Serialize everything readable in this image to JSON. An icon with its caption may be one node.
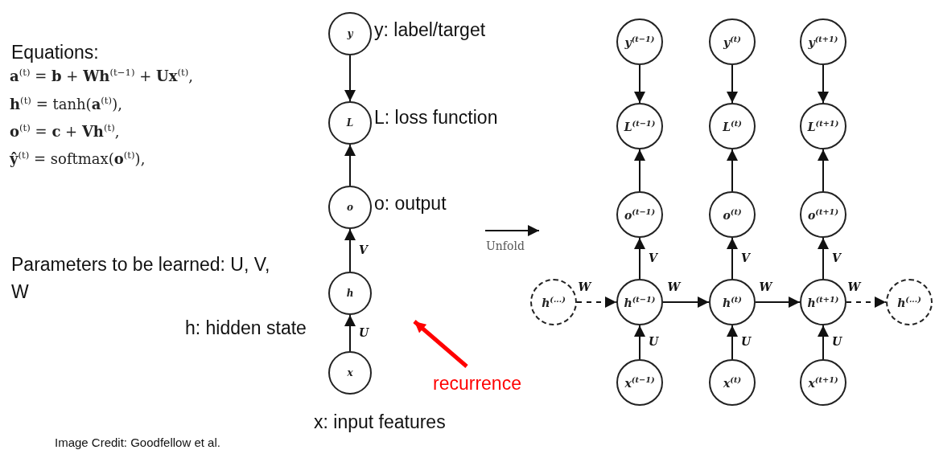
{
  "diagram": {
    "nodes": [
      {
        "text": [
          "y"
        ],
        "beside": [
          "y: label/target"
        ]
      },
      {
        "text": [
          "L"
        ],
        "beside": [
          "L: loss function"
        ]
      },
      {
        "text": [
          "o"
        ],
        "beside": [
          "o: output"
        ]
      },
      {
        "text": [
          "h"
        ],
        "beside": [
          "h: hidden state"
        ]
      },
      {
        "text": [
          "x"
        ],
        "beside": [
          "x: input features"
        ]
      },
      {
        "text": [
          "recurrence"
        ]
      },
      {
        "text": [
          "y$^{(t−1)}$"
        ]
      },
      {
        "text": [
          "y$^{(t)}$"
        ]
      },
      {
        "text": [
          "y$^{(t+1)}$"
        ]
      },
      {
        "text": [
          "L$^{(t−1)}$"
        ]
      },
      {
        "text": [
          "L$^{(t)}$"
        ]
      },
      {
        "text": [
          "L$^{(t+1)}$"
        ]
      },
      {
        "text": [
          "o$^{(t−1)}$"
        ]
      },
      {
        "text": [
          "o$^{(t)}$"
        ]
      },
      {
        "text": [
          "o$^{(t+1)}$"
        ]
      },
      {
        "text": [
          "h$^{(...)}$"
        ]
      },
      {
        "text": [
          "h$^{(t−1)}$"
        ]
      },
      {
        "text": [
          "h$^{(t)}$"
        ]
      },
      {
        "text": [
          "h$^{(t+1)}$"
        ]
      },
      {
        "text": [
          "h$^{(...)}$"
        ]
      },
      {
        "text": [
          "x$^{(t−1)}$"
        ]
      },
      {
        "text": [
          "x$^{(t)}$"
        ]
      },
      {
        "text": [
          "x$^{(t+1)}$"
        ]
      }
    ],
    "edges": [
      {
        "from": 0,
        "to": 1,
        "arrow": "to"
      },
      {
        "from": 2,
        "to": 1,
        "arrow": "to"
      },
      {
        "from": 3,
        "to": 2,
        "arrow": "to",
        "label": "V"
      },
      {
        "from": 4,
        "to": 3,
        "arrow": "to",
        "label": "U"
      },
      {
        "from": 5,
        "to": null,
        "arrow": "to",
        "style": "thick",
        "color": "#ff0000"
      },
      {
        "from": 6,
        "to": 9,
        "arrow": "to"
      },
      {
        "from": 7,
        "to": 10,
        "arrow": "to"
      },
      {
        "from": 8,
        "to": 11,
        "arrow": "to"
      },
      {
        "from": 12,
        "to": 9,
        "arrow": "to"
      },
      {
        "from": 13,
        "to": 10,
        "arrow": "to"
      },
      {
        "from": 14,
        "to": 11,
        "arrow": "to"
      },
      {
        "from": 16,
        "to": 12,
        "arrow": "to",
        "label": "V"
      },
      {
        "from": 17,
        "to": 13,
        "arrow": "to",
        "label": "V"
      },
      {
        "from": 18,
        "to": 14,
        "arrow": "to",
        "label": "V"
      },
      {
        "from": 15,
        "to": 16,
        "arrow": "to",
        "label": "W",
        "style": "dashed"
      },
      {
        "from": 16,
        "to": 17,
        "arrow": "to",
        "label": "W"
      },
      {
        "from": 17,
        "to": 18,
        "arrow": "to",
        "label": "W"
      },
      {
        "from": 18,
        "to": 19,
        "arrow": "to",
        "label": "W",
        "style": "dashed"
      },
      {
        "from": 20,
        "to": 16,
        "arrow": "to",
        "label": "U"
      },
      {
        "from": 21,
        "to": 17,
        "arrow": "to",
        "label": "U"
      },
      {
        "from": 22,
        "to": 18,
        "arrow": "to",
        "label": "U"
      }
    ],
    "labels": [
      "Equations:",
      "**a**$^{(t)}$ = **b** + **Wh**$^{(t−1)}$ + **Ux**$^{(t)}$,",
      "**h**$^{(t)}$ = tanh(**a**$^{(t)}$),",
      "**o**$^{(t)}$ = **c** + **Vh**$^{(t)}$,",
      "**ŷ**$^{(t)}$ = softmax(**o**$^{(t)}$),",
      "Parameters to be learned: U, V, W",
      "Unfold",
      "Image Credit: Goodfellow et al."
    ]
  }
}
